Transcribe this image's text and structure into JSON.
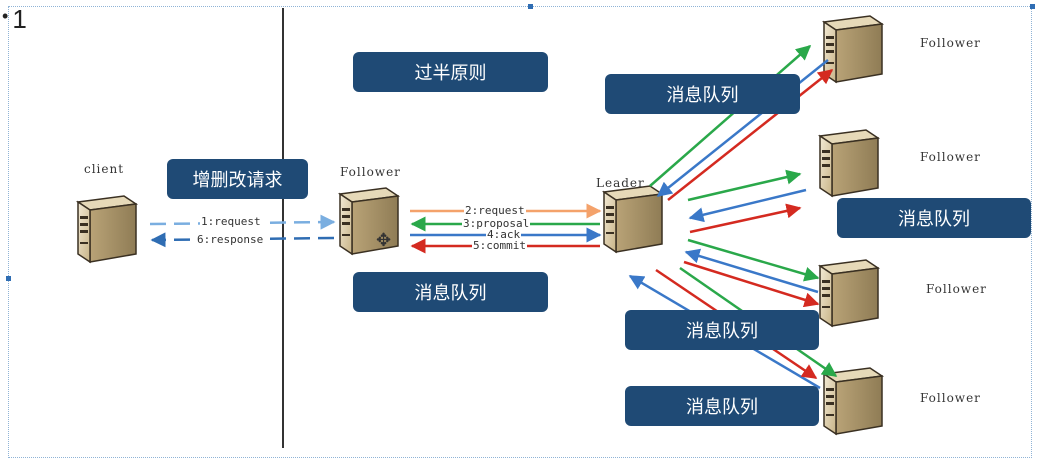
{
  "slide": {
    "number": "1"
  },
  "nodes": {
    "client": "client",
    "follower_left": "Follower",
    "leader": "Leader",
    "follower_1": "Follower",
    "follower_2": "Follower",
    "follower_3": "Follower",
    "follower_4": "Follower"
  },
  "tags": {
    "crud_request": "增删改请求",
    "majority_rule": "过半原则",
    "queue_follower": "消息队列",
    "queue_leader_top": "消息队列",
    "queue_follower_2": "消息队列",
    "queue_leader_bottom": "消息队列",
    "queue_follower_4": "消息队列"
  },
  "messages": {
    "request_1": "1:request",
    "response_6": "6:response",
    "request_2": "2:request",
    "proposal_3": "3:proposal",
    "ack_4": "4:ack",
    "commit_5": "5:commit"
  },
  "colors": {
    "tag_bg": "#1f4a75",
    "request_orange": "#f4a26b",
    "proposal_green": "#2aa84a",
    "ack_blue": "#3a78c8",
    "commit_red": "#d42a20",
    "client_arrow": "#7aaee0"
  }
}
